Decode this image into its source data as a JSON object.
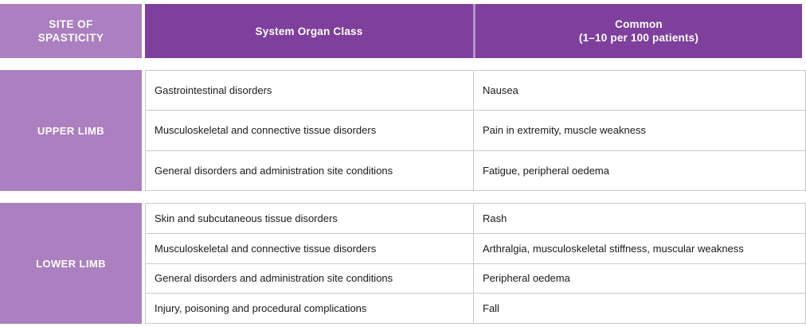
{
  "header": {
    "site_of_spasticity": "SITE OF\nSPASTICITY",
    "site_line1": "SITE OF",
    "site_line2": "SPASTICITY",
    "system_organ_class": "System Organ Class",
    "common_title": "Common",
    "common_subtitle": "(1–10 per 100 patients)"
  },
  "colors": {
    "header_dark_purple": "#7e3f9d",
    "light_purple": "#ab7fc0",
    "header_divider": "#b792cd",
    "cell_border": "#c9c9c9",
    "cell_background": "#ffffff",
    "header_text": "#ffffff",
    "cell_text": "#1a1a1a"
  },
  "sections": [
    {
      "label": "UPPER LIMB",
      "rows": [
        {
          "system_organ_class": "Gastrointestinal disorders",
          "common": "Nausea"
        },
        {
          "system_organ_class": "Musculoskeletal and connective tissue disorders",
          "common": "Pain in extremity, muscle weakness"
        },
        {
          "system_organ_class": "General disorders and administration site conditions",
          "common": "Fatigue, peripheral oedema"
        }
      ]
    },
    {
      "label": "LOWER LIMB",
      "rows": [
        {
          "system_organ_class": "Skin and subcutaneous tissue disorders",
          "common": "Rash"
        },
        {
          "system_organ_class": "Musculoskeletal and connective tissue disorders",
          "common": "Arthralgia, musculoskeletal stiffness, muscular weakness"
        },
        {
          "system_organ_class": "General disorders and administration site conditions",
          "common": "Peripheral oedema"
        },
        {
          "system_organ_class": "Injury, poisoning and procedural complications",
          "common": "Fall"
        }
      ]
    }
  ]
}
